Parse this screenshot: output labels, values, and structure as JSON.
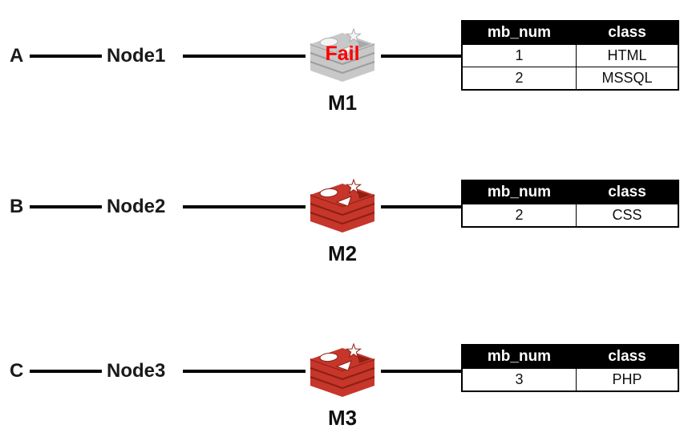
{
  "rows": [
    {
      "source_label": "A",
      "node_label": "Node1",
      "machine_label": "M1",
      "machine_state": "fail",
      "fail_text": "Fail",
      "table": {
        "headers": [
          "mb_num",
          "class"
        ],
        "rows": [
          [
            "1",
            "HTML"
          ],
          [
            "2",
            "MSSQL"
          ]
        ]
      }
    },
    {
      "source_label": "B",
      "node_label": "Node2",
      "machine_label": "M2",
      "machine_state": "ok",
      "table": {
        "headers": [
          "mb_num",
          "class"
        ],
        "rows": [
          [
            "2",
            "CSS"
          ]
        ]
      }
    },
    {
      "source_label": "C",
      "node_label": "Node3",
      "machine_label": "M3",
      "machine_state": "ok",
      "table": {
        "headers": [
          "mb_num",
          "class"
        ],
        "rows": [
          [
            "3",
            "PHP"
          ]
        ]
      }
    }
  ],
  "colors": {
    "redis_red": "#C6362B",
    "redis_dark_red": "#8E1F12",
    "redis_fail_gray": "#C8C8C8",
    "fail_text": "#FF0000",
    "connector_line": "#000000",
    "table_header_bg": "#000000",
    "table_header_text": "#FFFFFF"
  }
}
